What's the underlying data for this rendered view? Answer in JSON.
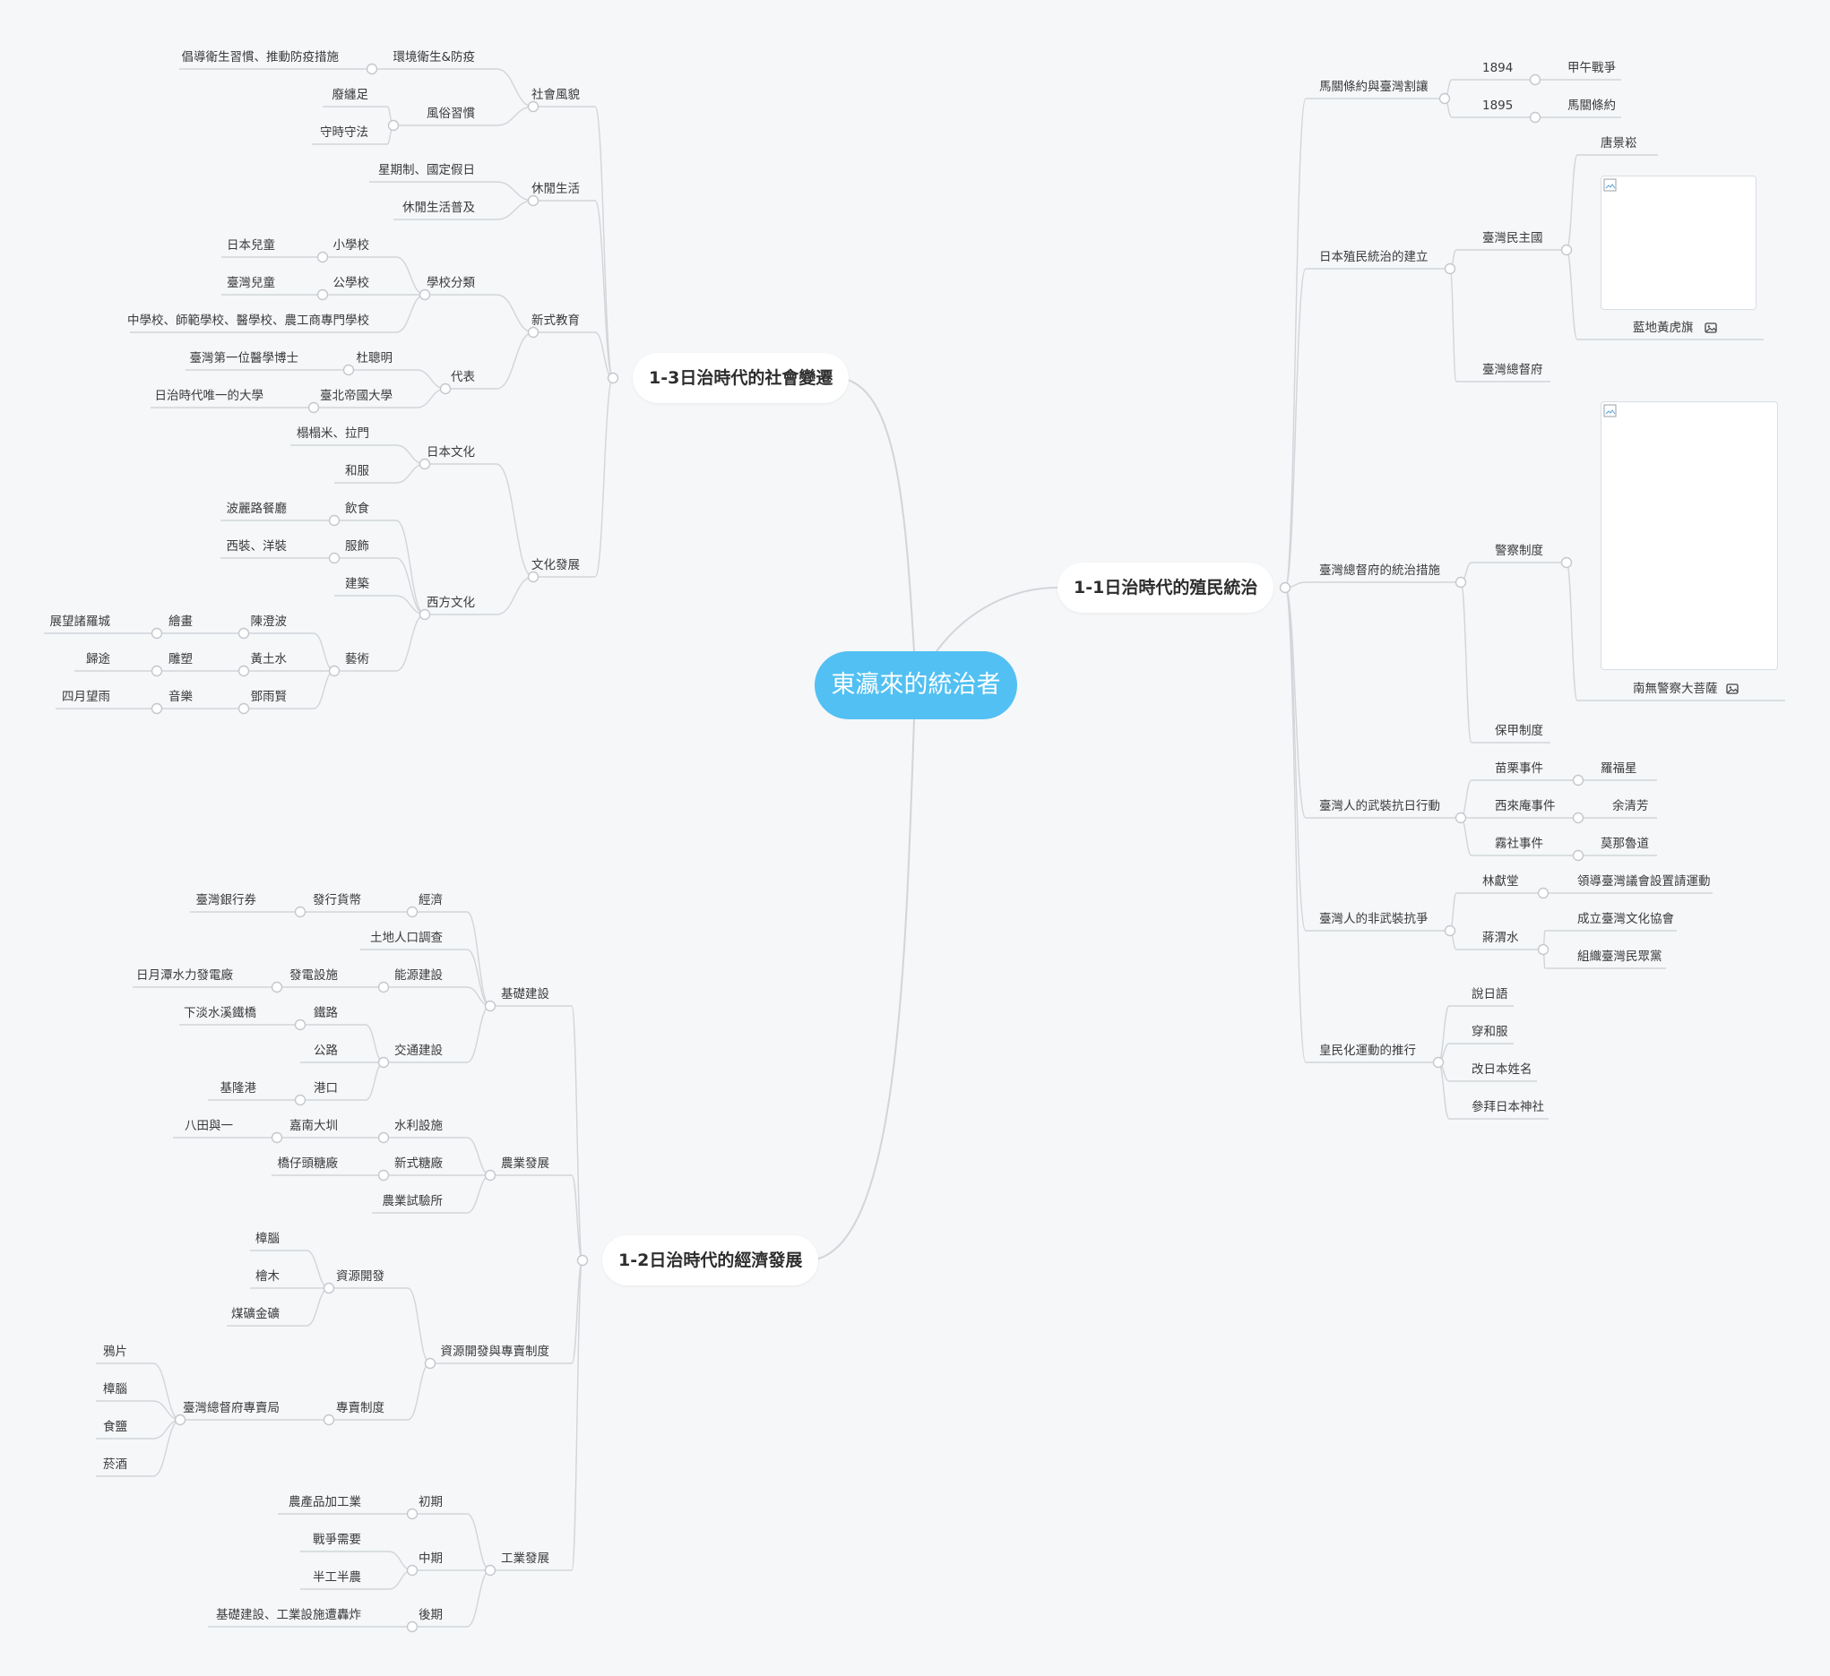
{
  "root": {
    "label": "東瀛來的統治者"
  },
  "branches": [
    {
      "id": "b11",
      "label": "1-1日治時代的殖民統治"
    },
    {
      "id": "b12",
      "label": "1-2日治時代的經濟發展"
    },
    {
      "id": "b13",
      "label": "1-3日治時代的社會變遷"
    }
  ],
  "nodes": {
    "n_a": "馬關條約與臺灣割讓",
    "n_a1": "1894",
    "n_a1a": "甲午戰爭",
    "n_a2": "1895",
    "n_a2a": "馬關條約",
    "n_b": "日本殖民統治的建立",
    "n_b1": "臺灣民主國",
    "n_b1a": "唐景崧",
    "n_b1b": "藍地黃虎旗",
    "n_b2": "臺灣總督府",
    "n_c": "臺灣總督府的統治措施",
    "n_c1": "警察制度",
    "n_c1a": "南無警察大菩薩",
    "n_c2": "保甲制度",
    "n_d": "臺灣人的武裝抗日行動",
    "n_d1": "苗栗事件",
    "n_d1a": "羅福星",
    "n_d2": "西來庵事件",
    "n_d2a": "余清芳",
    "n_d3": "霧社事件",
    "n_d3a": "莫那魯道",
    "n_e": "臺灣人的非武裝抗爭",
    "n_e1": "林獻堂",
    "n_e1a": "領導臺灣議會設置請運動",
    "n_e2": "蔣渭水",
    "n_e2a": "成立臺灣文化協會",
    "n_e2b": "組織臺灣民眾黨",
    "n_f": "皇民化運動的推行",
    "n_f1": "說日語",
    "n_f2": "穿和服",
    "n_f3": "改日本姓名",
    "n_f4": "參拜日本神社",
    "s_a": "社會風貌",
    "s_a1": "環境衛生&防疫",
    "s_a1a": "倡導衛生習慣、推動防疫措施",
    "s_a2": "風俗習慣",
    "s_a2a": "廢纏足",
    "s_a2b": "守時守法",
    "s_b": "休閒生活",
    "s_b1": "星期制、國定假日",
    "s_b2": "休閒生活普及",
    "s_c": "新式教育",
    "s_c1": "學校分類",
    "s_c1a": "小學校",
    "s_c1a1": "日本兒童",
    "s_c1b": "公學校",
    "s_c1b1": "臺灣兒童",
    "s_c1c": "中學校、師範學校、醫學校、農工商專門學校",
    "s_c2": "代表",
    "s_c2a": "杜聰明",
    "s_c2a1": "臺灣第一位醫學博士",
    "s_c2b": "臺北帝國大學",
    "s_c2b1": "日治時代唯一的大學",
    "s_d": "文化發展",
    "s_d1": "日本文化",
    "s_d1a": "榻榻米、拉門",
    "s_d1b": "和服",
    "s_d2": "西方文化",
    "s_d2a": "飲食",
    "s_d2a1": "波麗路餐廳",
    "s_d2b": "服飾",
    "s_d2b1": "西裝、洋裝",
    "s_d2c": "建築",
    "s_d2d": "藝術",
    "s_d2d1": "陳澄波",
    "s_d2d1a": "繪畫",
    "s_d2d1b": "展望諸羅城",
    "s_d2d2": "黃土水",
    "s_d2d2a": "雕塑",
    "s_d2d2b": "歸途",
    "s_d2d3": "鄧雨賢",
    "s_d2d3a": "音樂",
    "s_d2d3b": "四月望雨",
    "e_a": "基礎建設",
    "e_a1": "經濟",
    "e_a1a": "發行貨幣",
    "e_a1b": "臺灣銀行券",
    "e_a2": "土地人口調查",
    "e_a3": "能源建設",
    "e_a3a": "發電設施",
    "e_a3b": "日月潭水力發電廠",
    "e_a4": "交通建設",
    "e_a4a": "鐵路",
    "e_a4a1": "下淡水溪鐵橋",
    "e_a4b": "公路",
    "e_a4c": "港口",
    "e_a4c1": "基隆港",
    "e_b": "農業發展",
    "e_b1": "水利設施",
    "e_b1a": "嘉南大圳",
    "e_b1b": "八田與一",
    "e_b2": "新式糖廠",
    "e_b2a": "橋仔頭糖廠",
    "e_b3": "農業試驗所",
    "e_c": "資源開發與專賣制度",
    "e_c1": "資源開發",
    "e_c1a": "樟腦",
    "e_c1b": "檜木",
    "e_c1c": "煤礦金礦",
    "e_c2": "專賣制度",
    "e_c2a": "臺灣總督府專賣局",
    "e_c2a1": "鴉片",
    "e_c2a2": "樟腦",
    "e_c2a3": "食鹽",
    "e_c2a4": "菸酒",
    "e_d": "工業發展",
    "e_d1": "初期",
    "e_d1a": "農產品加工業",
    "e_d2": "中期",
    "e_d2a": "戰爭需要",
    "e_d2b": "半工半農",
    "e_d3": "後期",
    "e_d3a": "基礎建設、工業設施遭轟炸"
  },
  "icons": [
    "image-icon",
    "broken-image-icon"
  ],
  "colors": {
    "root": "#52c0f2",
    "line": "#d2d5d9",
    "background": "#f5f7f9",
    "text": "#3a3a3a",
    "branchText": "#2d2d2d"
  }
}
